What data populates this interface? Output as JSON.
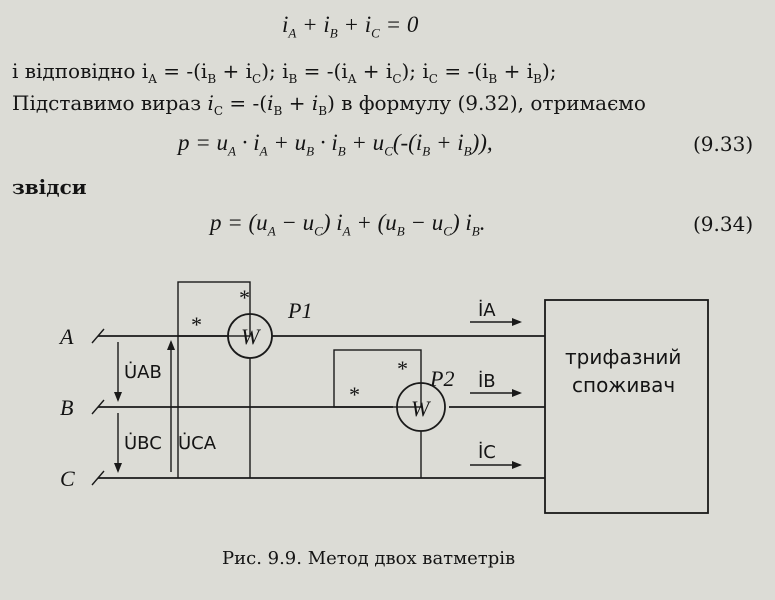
{
  "lines": {
    "eq_sum": "i_A + i_B + i_C = 0",
    "relations": "і відповідно i_A = -(i_B + i_C); i_B = -(i_A + i_C); i_C = -(i_B + i_B);",
    "substitute": "Підставимо вираз i_C = -(i_B + i_B) в формулу (9.32), отримаємо",
    "eq_933": "p = u_A · i_A + u_B · i_B + u_C(-(i_B + i_B)),",
    "eq_933_no": "(9.33)",
    "hence": "звідси",
    "eq_934": "p = (u_A − u_C) i_A + (u_B − u_C) i_B.",
    "eq_934_no": "(9.34)"
  },
  "diagram": {
    "node_a": "A",
    "node_b": "B",
    "node_c": "C",
    "u_ab": "U̇AB",
    "u_bc": "U̇BC",
    "u_ca": "U̇CA",
    "meter_1": "W",
    "meter_2": "W",
    "p1": "P1",
    "p2": "P2",
    "i_a": "İA",
    "i_b": "İB",
    "i_c": "İC",
    "star": "*",
    "consumer_line1": "трифазний",
    "consumer_line2": "споживач"
  },
  "caption": "Рис. 9.9. Метод двох ватметрів"
}
